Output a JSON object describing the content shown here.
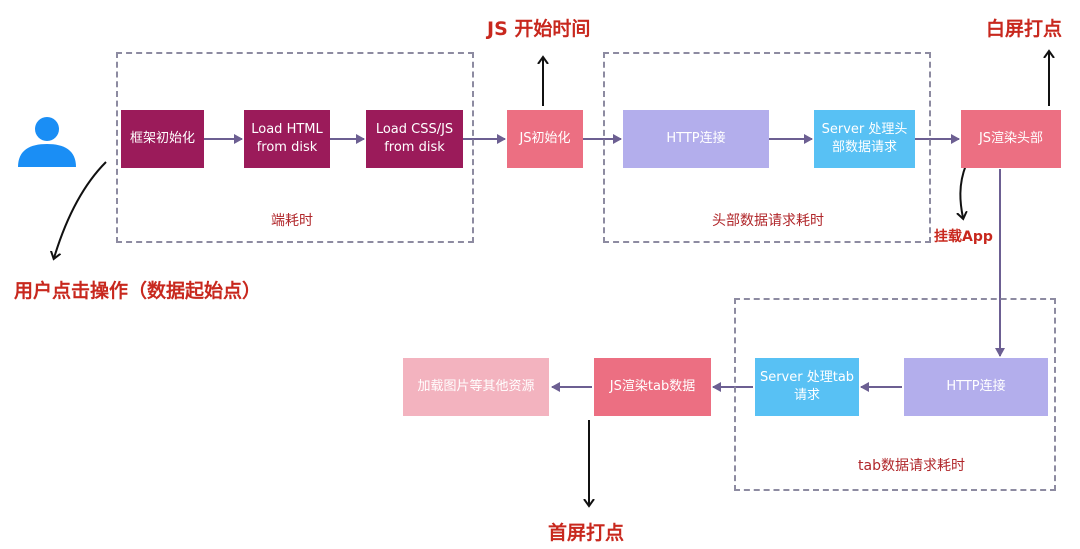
{
  "nodes": {
    "frame_init": "框架初始化",
    "load_html": "Load HTML from disk",
    "load_cssjs": "Load CSS/JS from disk",
    "js_init": "JS初始化",
    "http_head": "HTTP连接",
    "server_head": "Server 处理头部数据请求",
    "js_render_head": "JS渲染头部",
    "http_tab": "HTTP连接",
    "server_tab": "Server 处理tab 请求",
    "js_render_tab": "JS渲染tab数据",
    "load_images": "加载图片等其他资源"
  },
  "groups": {
    "client": "端耗时",
    "head_request": "头部数据请求耗时",
    "tab_request": "tab数据请求耗时"
  },
  "markers": {
    "js_start": "JS 开始时间",
    "white_screen": "白屏打点",
    "mount_app": "挂载App",
    "user_click": "用户点击操作（数据起始点）",
    "first_screen": "首屏打点"
  },
  "colors": {
    "plum": "#9b1b5a",
    "rose": "#ec6f82",
    "lavender": "#b3aeec",
    "sky": "#58c1f4",
    "pink": "#f3b3bf",
    "arrow": "#6c5f92",
    "label_red": "#c8281e",
    "user_icon": "#1a8ef5"
  },
  "icons": [
    "user-icon"
  ]
}
